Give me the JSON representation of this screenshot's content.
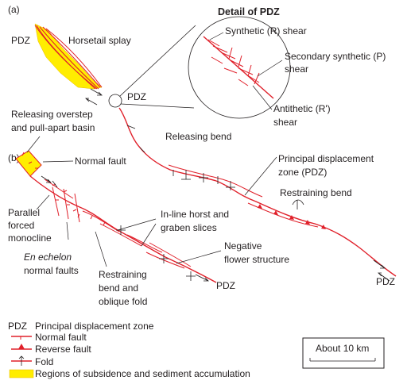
{
  "panel_a": {
    "letter": "(a)",
    "pdz_left": "PDZ",
    "horsetail": "Horsetail splay",
    "pdz_circle": "PDZ",
    "detail_title": "Detail of PDZ",
    "synthetic": "Synthetic (R) shear",
    "secondary_1": "Secondary synthetic (P)",
    "secondary_2": "shear",
    "antithetic_1": "Antithetic (R')",
    "antithetic_2": "shear",
    "releasing_bend": "Releasing bend"
  },
  "panel_b": {
    "letter": "(b)",
    "overstep_1": "Releasing overstep",
    "overstep_2": "and pull-apart basin",
    "normal_fault": "Normal fault",
    "pdz_label_1": "Principal displacement",
    "pdz_label_2": "zone (PDZ)",
    "restraining_bend": "Restraining bend",
    "parallel_1": "Parallel",
    "parallel_2": "forced",
    "parallel_3": "monocline",
    "inline_1": "In-line horst and",
    "inline_2": "graben slices",
    "negative_1": "Negative",
    "negative_2": "flower structure",
    "echelon_1": "En echelon",
    "echelon_2": "normal faults",
    "restraining_oblique_1": "Restraining",
    "restraining_oblique_2": "bend and",
    "restraining_oblique_3": "oblique fold",
    "pdz_mid": "PDZ",
    "pdz_right": "PDZ"
  },
  "legend": {
    "pdz_abbr": "PDZ",
    "pdz_text": "Principal displacement zone",
    "normal": "Normal fault",
    "reverse": "Reverse fault",
    "fold": "Fold",
    "subsidence": "Regions of subsidence and sediment accumulation"
  },
  "scale": {
    "label": "About 10 km"
  },
  "colors": {
    "fault": "#e0202a",
    "subsidence": "#ffed00",
    "text": "#231f20"
  }
}
